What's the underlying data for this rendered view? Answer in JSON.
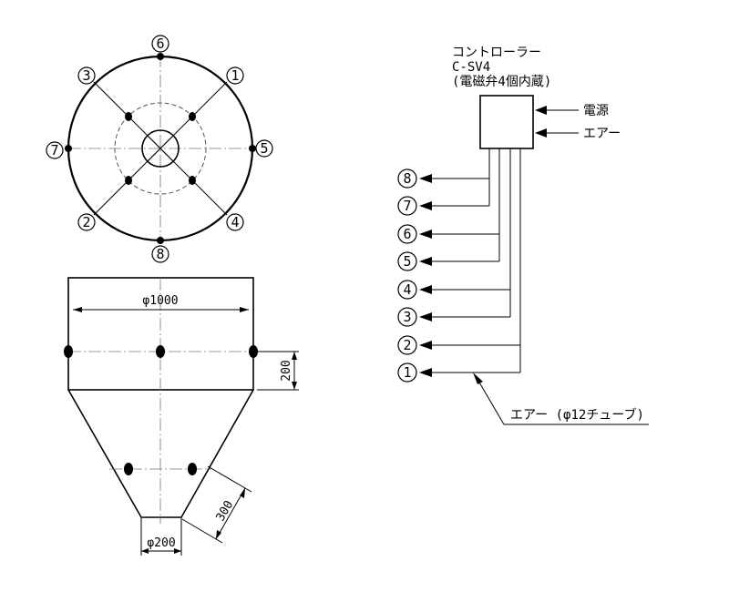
{
  "controller": {
    "line1": "コントローラー",
    "line2": "C-SV4",
    "line3": "(電磁弁4個内蔵)"
  },
  "inputs": {
    "power": "電源",
    "air": "エアー"
  },
  "supply_note": "エアー (φ12チューブ)",
  "dimensions": {
    "top_diameter": "φ1000",
    "height": "200",
    "slant": "300",
    "bottom_diameter": "φ200"
  },
  "nozzles": {
    "n1": "1",
    "n2": "2",
    "n3": "3",
    "n4": "4",
    "n5": "5",
    "n6": "6",
    "n7": "7",
    "n8": "8"
  }
}
